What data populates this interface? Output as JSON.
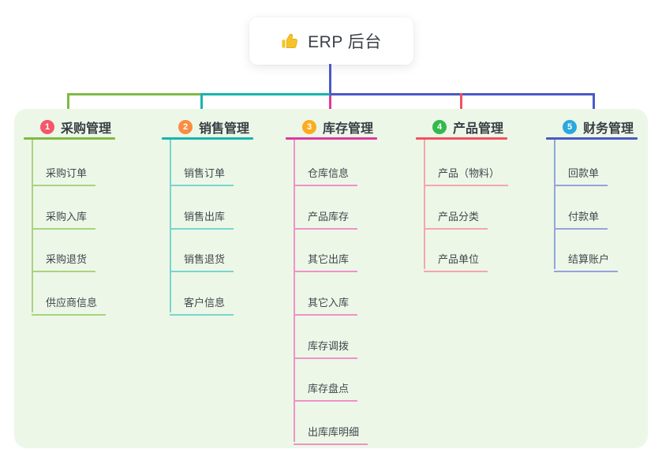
{
  "root": {
    "title": "ERP 后台",
    "icon": "thumbs-up-icon",
    "icon_color": "#f5c329"
  },
  "panel": {
    "background": "#ecf7e8"
  },
  "stem_color": "#4b59c6",
  "branches": [
    {
      "num": "1",
      "title": "采购管理",
      "badge_color": "#f6566a",
      "line_color": "#7fba43",
      "item_line_color": "#a9d37d",
      "items": [
        "采购订单",
        "采购入库",
        "采购退货",
        "供应商信息"
      ]
    },
    {
      "num": "2",
      "title": "销售管理",
      "badge_color": "#fa8c42",
      "line_color": "#17b5ad",
      "item_line_color": "#7ad4cd",
      "items": [
        "销售订单",
        "销售出库",
        "销售退货",
        "客户信息"
      ]
    },
    {
      "num": "3",
      "title": "库存管理",
      "badge_color": "#fbac20",
      "line_color": "#dc3a9d",
      "item_line_color": "#f092c6",
      "items": [
        "仓库信息",
        "产品库存",
        "其它出库",
        "其它入库",
        "库存调拨",
        "库存盘点",
        "出库库明细"
      ]
    },
    {
      "num": "4",
      "title": "产品管理",
      "badge_color": "#33b94e",
      "line_color": "#f3515e",
      "item_line_color": "#f5a6ab",
      "items": [
        "产品（物料）",
        "产品分类",
        "产品单位"
      ]
    },
    {
      "num": "5",
      "title": "财务管理",
      "badge_color": "#2ba9dd",
      "line_color": "#4b59c6",
      "item_line_color": "#95a3dc",
      "items": [
        "回款单",
        "付款单",
        "结算账户"
      ]
    }
  ]
}
